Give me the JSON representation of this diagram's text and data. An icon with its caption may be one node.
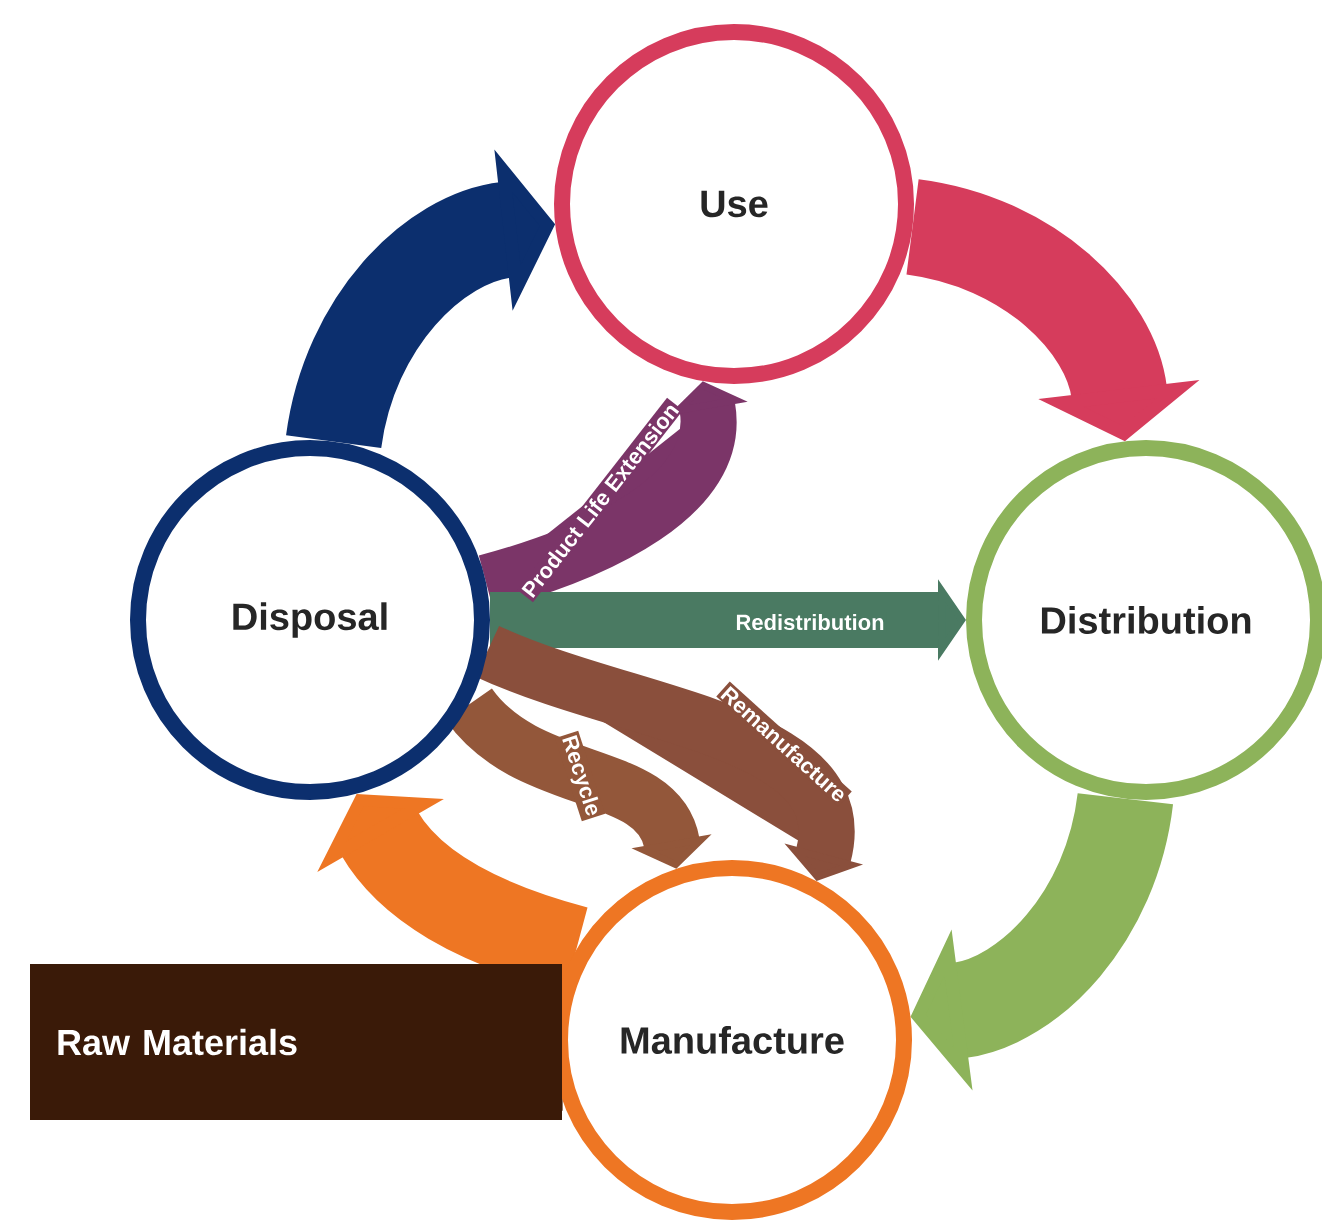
{
  "diagram": {
    "nodes": [
      {
        "text": [
          "Use"
        ]
      },
      {
        "text": [
          "Distribution"
        ]
      },
      {
        "text": [
          "Manufacture"
        ]
      },
      {
        "text": [
          "Disposal"
        ]
      },
      {
        "text": [
          "Raw Materials"
        ]
      }
    ],
    "edges": [
      {
        "from": 4,
        "to": 2,
        "arrow": "none",
        "color": "#5a2a0c"
      },
      {
        "from": 0,
        "to": 1,
        "arrow": "to",
        "color": "#d63c5c"
      },
      {
        "from": 1,
        "to": 2,
        "arrow": "to",
        "color": "#8db35a"
      },
      {
        "from": 2,
        "to": 3,
        "arrow": "to",
        "color": "#ee7623"
      },
      {
        "from": 3,
        "to": 0,
        "arrow": "to",
        "color": "#0c2f6e"
      },
      {
        "from": 3,
        "to": 0,
        "arrow": "to",
        "label": "Product Life Extension",
        "color": "#7b3568"
      },
      {
        "from": 3,
        "to": 1,
        "arrow": "to",
        "label": "Redistribution",
        "color": "#4a7a62"
      },
      {
        "from": 3,
        "to": 2,
        "arrow": "to",
        "label": "Recycle",
        "color": "#93573a"
      },
      {
        "from": 3,
        "to": 2,
        "arrow": "to",
        "label": "Remanufacture",
        "color": "#8a4f3c"
      }
    ]
  }
}
